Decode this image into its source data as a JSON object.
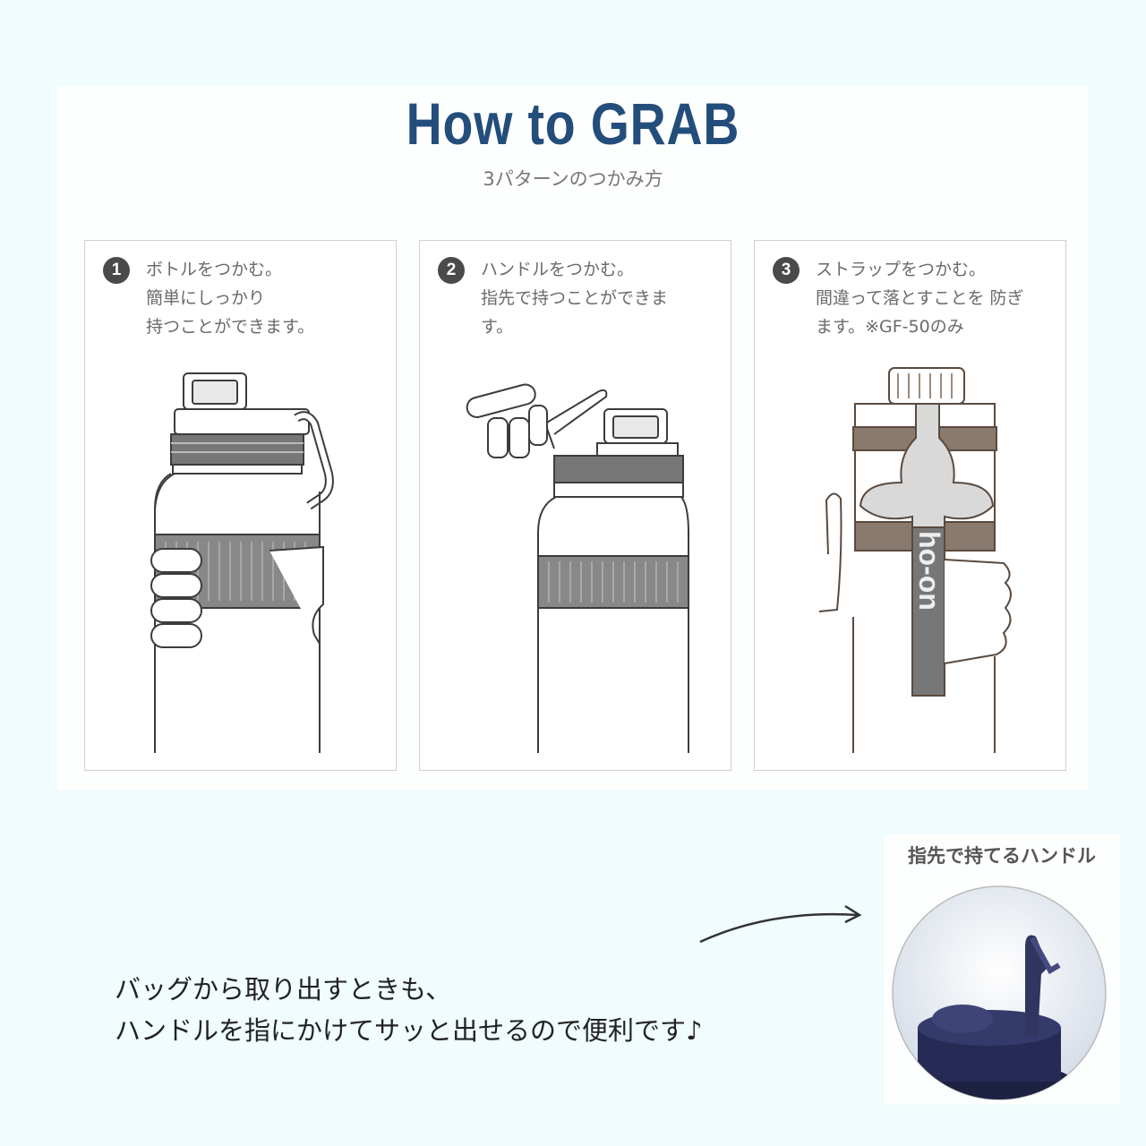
{
  "header": {
    "title": "How to GRAB",
    "subtitle": "3パターンのつかみ方"
  },
  "cards": [
    {
      "number": "1",
      "text": "ボトルをつかむ。\n簡単にしっかり\n持つことができます。"
    },
    {
      "number": "2",
      "text": "ハンドルをつかむ。\n指先で持つことができま\nす。"
    },
    {
      "number": "3",
      "text": "ストラップをつかむ。\n間違って落とすことを 防ぎ\nます。※GF-50のみ"
    }
  ],
  "strap_logo": "ho-on",
  "photo": {
    "label": "指先で持てるハンドル"
  },
  "bottom_text": "バッグから取り出すときも、\nハンドルを指にかけてサッと出せるので便利です♪",
  "colors": {
    "title": "#234d7b",
    "background": "#f0fcfd",
    "line": "#3c3c3c",
    "band": "#8a8a8a",
    "navy": "#22264a"
  }
}
